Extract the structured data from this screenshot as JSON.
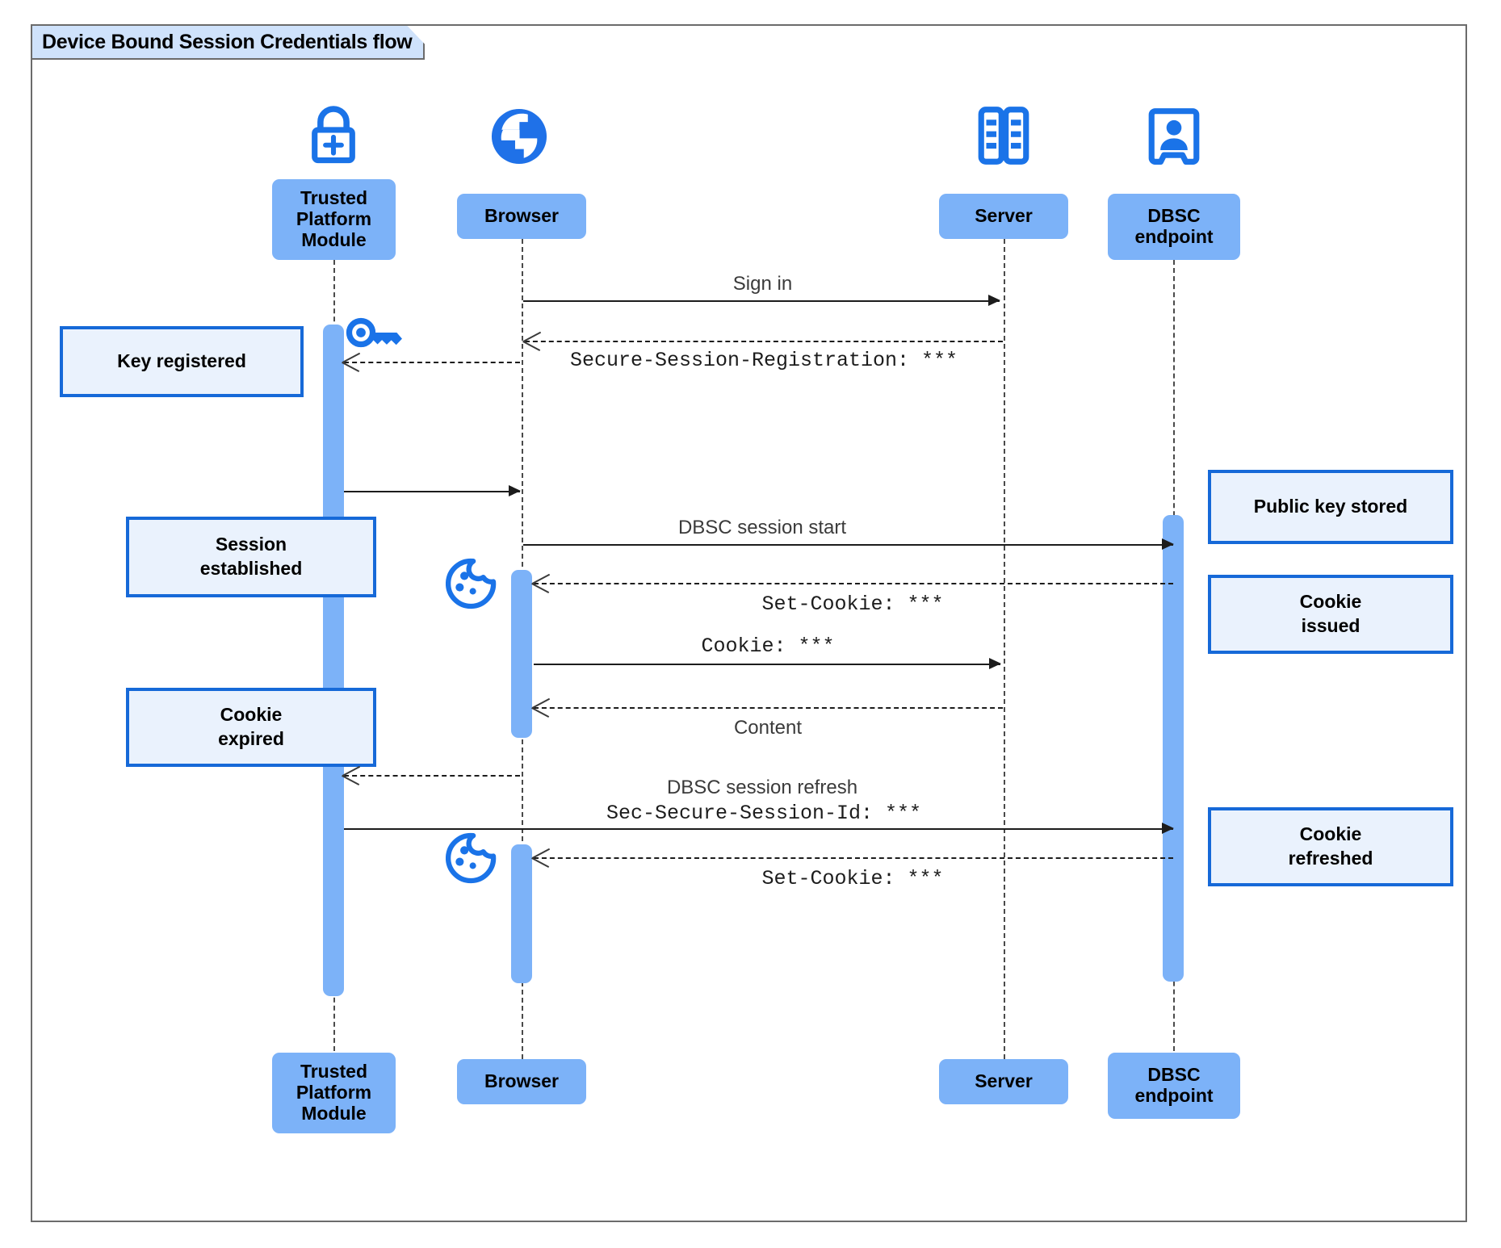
{
  "diagram": {
    "title": "Device Bound Session Credentials flow",
    "type": "uml-sequence-diagram",
    "colors": {
      "participant_fill": "#7cb2f8",
      "activation_fill": "#7cb2f8",
      "note_fill": "#eaf2fd",
      "note_border": "#1669d8",
      "title_fill": "#cfe2fb",
      "frame_border": "#6b6b6b",
      "icon_blue": "#1a73e8",
      "arrow": "#1c1c1c"
    }
  },
  "participants": [
    {
      "id": "tpm",
      "label": "Trusted\nPlatform\nModule",
      "icon": "lock-plus-icon"
    },
    {
      "id": "browser",
      "label": "Browser",
      "icon": "globe-icon"
    },
    {
      "id": "server",
      "label": "Server",
      "icon": "server-rack-icon"
    },
    {
      "id": "dbsc",
      "label": "DBSC\nendpoint",
      "icon": "id-badge-icon"
    }
  ],
  "participants_bottom": [
    {
      "id": "tpm",
      "label": "Trusted\nPlatform\nModule"
    },
    {
      "id": "browser",
      "label": "Browser"
    },
    {
      "id": "server",
      "label": "Server"
    },
    {
      "id": "dbsc",
      "label": "DBSC\nendpoint"
    }
  ],
  "messages": [
    {
      "id": "m1",
      "from": "browser",
      "to": "server",
      "label": "Sign in",
      "style": "solid",
      "font": "sans"
    },
    {
      "id": "m2",
      "from": "server",
      "to": "browser",
      "label": "Secure-Session-Registration: ***",
      "style": "dashed",
      "font": "mono"
    },
    {
      "id": "m3",
      "from": "browser",
      "to": "tpm",
      "label": "",
      "style": "dashed",
      "font": "sans"
    },
    {
      "id": "m4",
      "from": "tpm",
      "to": "browser",
      "label": "",
      "style": "solid",
      "font": "sans"
    },
    {
      "id": "m5",
      "from": "browser",
      "to": "dbsc",
      "label": "DBSC session start",
      "style": "solid",
      "font": "sans"
    },
    {
      "id": "m6",
      "from": "dbsc",
      "to": "browser",
      "label": "Set-Cookie: ***",
      "style": "dashed",
      "font": "mono"
    },
    {
      "id": "m7",
      "from": "browser",
      "to": "server",
      "label": "Cookie: ***",
      "style": "solid",
      "font": "mono"
    },
    {
      "id": "m8",
      "from": "server",
      "to": "browser",
      "label": "Content",
      "style": "dashed",
      "font": "sans"
    },
    {
      "id": "m9",
      "from": "browser",
      "to": "tpm",
      "label": "",
      "style": "dashed",
      "font": "sans"
    },
    {
      "id": "m10",
      "from": "tpm",
      "to": "dbsc",
      "label": "DBSC session refresh",
      "label2": "Sec-Secure-Session-Id: ***",
      "style": "solid",
      "font": "sans"
    },
    {
      "id": "m11",
      "from": "dbsc",
      "to": "browser",
      "label": "Set-Cookie: ***",
      "style": "dashed",
      "font": "mono"
    }
  ],
  "notes": [
    {
      "id": "n1",
      "text": "Key registered",
      "side": "left"
    },
    {
      "id": "n2",
      "text": "Session\nestablished",
      "side": "left"
    },
    {
      "id": "n3",
      "text": "Cookie\nexpired",
      "side": "left"
    },
    {
      "id": "n4",
      "text": "Public key stored",
      "side": "right"
    },
    {
      "id": "n5",
      "text": "Cookie\nissued",
      "side": "right"
    },
    {
      "id": "n6",
      "text": "Cookie\nrefreshed",
      "side": "right"
    }
  ],
  "inline_icons": [
    {
      "id": "key1",
      "name": "key-icon",
      "near": "tpm"
    },
    {
      "id": "cookie1",
      "name": "cookie-icon",
      "near": "browser"
    },
    {
      "id": "cookie2",
      "name": "cookie-icon",
      "near": "browser"
    }
  ]
}
